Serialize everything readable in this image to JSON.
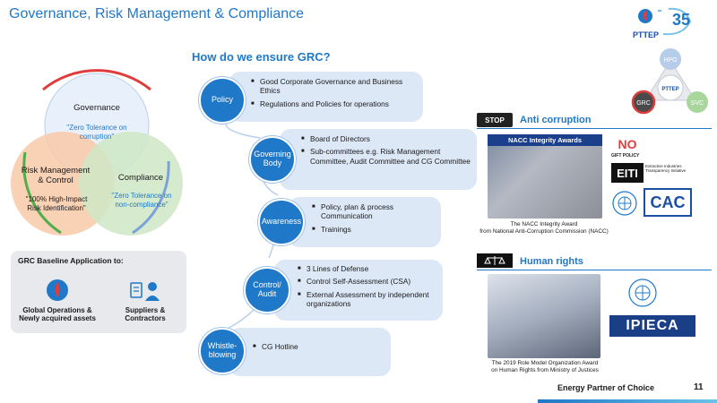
{
  "header": {
    "title": "Governance, Risk Management & Compliance",
    "brand": "PTTEP",
    "anniversary": "35"
  },
  "venn": {
    "governance": {
      "label": "Governance",
      "quote": "\"Zero Tolerance on corruption\""
    },
    "risk": {
      "label": "Risk Management & Control",
      "quote": "\"100% High-Impact Risk Identification\""
    },
    "compliance": {
      "label": "Compliance",
      "quote": "\"Zero Tolerance on non-compliance\""
    }
  },
  "baseline": {
    "title": "GRC Baseline Application to:",
    "items": [
      {
        "label": "Global Operations & Newly acquired assets"
      },
      {
        "label": "Suppliers & Contractors"
      }
    ]
  },
  "grc": {
    "heading": "How do we ensure GRC?",
    "rows": [
      {
        "name": "Policy",
        "items": [
          "Good Corporate Governance and Business Ethics",
          "Regulations and Policies for operations"
        ]
      },
      {
        "name": "Governing Body",
        "items": [
          "Board of Directors",
          "Sub-committees e.g. Risk Management Committee, Audit Committee and CG Committee"
        ]
      },
      {
        "name": "Awareness",
        "items": [
          "Policy, plan & process Communication",
          "Trainings"
        ]
      },
      {
        "name": "Control/ Audit",
        "items": [
          "3 Lines of Defense",
          "Control Self-Assessment (CSA)",
          "External Assessment by independent organizations"
        ]
      },
      {
        "name": "Whistle-blowing",
        "items": [
          "CG Hotline"
        ]
      }
    ]
  },
  "diagram": {
    "top": "HPO",
    "left": "GRC",
    "right": "SVC",
    "center": "PTTEP"
  },
  "anti_corruption": {
    "heading": "Anti corruption",
    "stop": "STOP",
    "photo_banner": "NACC Integrity Awards",
    "caption_line1": "The NACC Integrity Award",
    "caption_line2": "from National Anti-Corruption Commission (NACC)",
    "badges": {
      "no_gift": "NO",
      "no_gift_sub": "GIFT POLICY",
      "eiti": "EITI",
      "eiti_sub": "Extractive Industries Transparency Initiative",
      "cac": "CAC"
    }
  },
  "human_rights": {
    "heading": "Human rights",
    "caption_line1": "The 2019 Role Model Organization Award",
    "caption_line2": "on Human Rights from Ministry of Justices",
    "badge": "IPIECA"
  },
  "footer": {
    "tagline": "Energy Partner of Choice",
    "page": "11"
  },
  "colors": {
    "accent": "#1f78c8",
    "red": "#e03c3c",
    "green": "#4fae4a"
  }
}
